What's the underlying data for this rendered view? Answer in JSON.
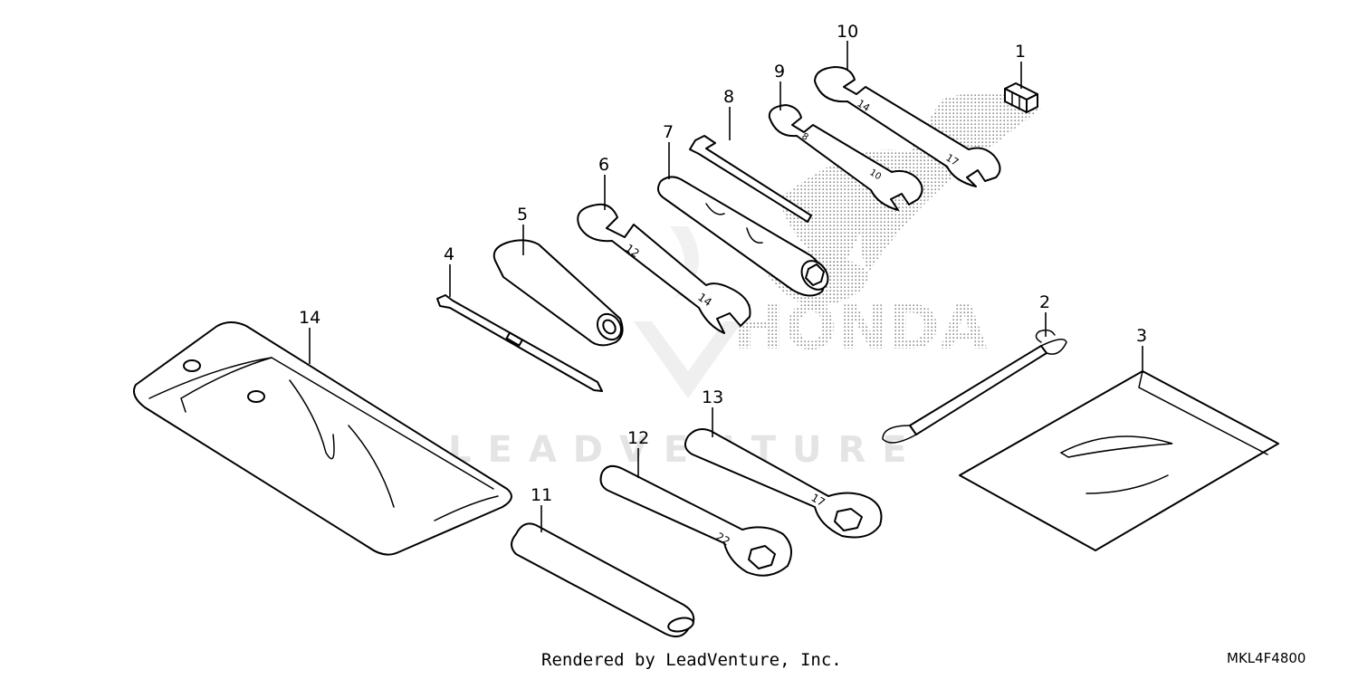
{
  "diagram": {
    "callouts": [
      "1",
      "2",
      "3",
      "4",
      "5",
      "6",
      "7",
      "8",
      "9",
      "10",
      "11",
      "12",
      "13",
      "14"
    ],
    "brand_logo_text": "HONDA",
    "watermark_text": "LEADVENTURE",
    "wrench_markings": {
      "part6_a": "12",
      "part6_b": "14",
      "part9_a": "8",
      "part9_b": "10",
      "part10_a": "14",
      "part10_b": "17",
      "part12": "22",
      "part13": "17"
    }
  },
  "footer": {
    "credit": "Rendered by LeadVenture, Inc.",
    "diagram_code": "MKL4F4800"
  }
}
